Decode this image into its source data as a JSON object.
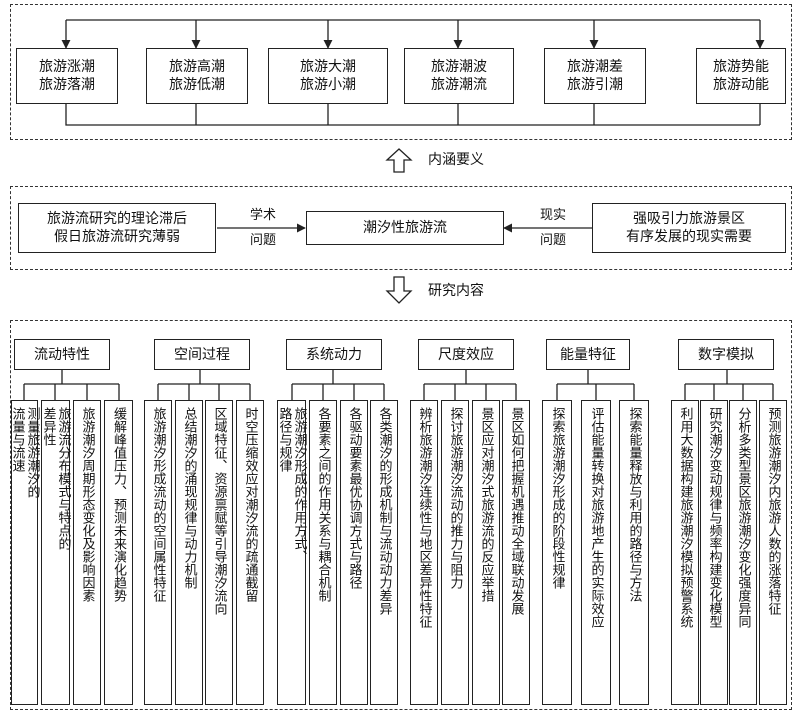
{
  "top": {
    "boxes": [
      [
        "旅游涨潮",
        "旅游落潮"
      ],
      [
        "旅游高潮",
        "旅游低潮"
      ],
      [
        "旅游大潮",
        "旅游小潮"
      ],
      [
        "旅游潮波",
        "旅游潮流"
      ],
      [
        "旅游潮差",
        "旅游引潮"
      ],
      [
        "旅游势能",
        "旅游动能"
      ]
    ]
  },
  "arrow1_label": "内涵要义",
  "middle": {
    "left_box": [
      "旅游流研究的理论滞后",
      "假日旅游流研究薄弱"
    ],
    "left_label": [
      "学术",
      "问题"
    ],
    "center_box": "潮汐性旅游流",
    "right_label": [
      "现实",
      "问题"
    ],
    "right_box": [
      "强吸引力旅游景区",
      "有序发展的现实需要"
    ]
  },
  "arrow2_label": "研究内容",
  "bottom": {
    "groups": [
      {
        "title": "流动特性",
        "items": [
          [
            "测量旅游潮汐的",
            "流量与流速"
          ],
          [
            "旅游流分布模式与特点的",
            "差异性"
          ],
          [
            "旅游潮汐周期形态变化及影响因素"
          ],
          [
            "缓解峰值压力、预测未来演化趋势"
          ]
        ]
      },
      {
        "title": "空间过程",
        "items": [
          [
            "旅游潮汐形成流动的空间属性特征"
          ],
          [
            "总结潮汐的涌现规律与动力机制"
          ],
          [
            "区域特征、资源禀赋等引导潮汐流向"
          ],
          [
            "时空压缩效应对潮汐流的疏通截留"
          ]
        ]
      },
      {
        "title": "系统动力",
        "items": [
          [
            "旅游潮汐形成的作用方式、",
            "路径与规律"
          ],
          [
            "各要素之间的作用关系与耦合机制"
          ],
          [
            "各驱动要素最优协调方式与路径"
          ],
          [
            "各类潮汐的形成机制与流动动力差异"
          ]
        ]
      },
      {
        "title": "尺度效应",
        "items": [
          [
            "辨析旅游潮汐连续性与地区差异性特征"
          ],
          [
            "探讨旅游潮汐流动的推力与阻力"
          ],
          [
            "景区应对潮汐式旅游流的反应举措"
          ],
          [
            "景区如何把握机遇推动全域联动发展"
          ]
        ]
      },
      {
        "title": "能量特征",
        "items": [
          [
            "探索旅游潮汐形成的阶段性规律"
          ],
          [
            "评估能量转换对旅游地产生的实际效应"
          ],
          [
            "探索能量释放与利用的路径与方法"
          ]
        ]
      },
      {
        "title": "数字模拟",
        "items": [
          [
            "利用大数据构建旅游潮汐模拟预警系统"
          ],
          [
            "研究潮汐变动规律与频率构建变化模型"
          ],
          [
            "分析多类型景区旅游潮汐变化强度异同"
          ],
          [
            "预测旅游潮汐内旅游人数的涨落特征"
          ]
        ]
      }
    ]
  }
}
